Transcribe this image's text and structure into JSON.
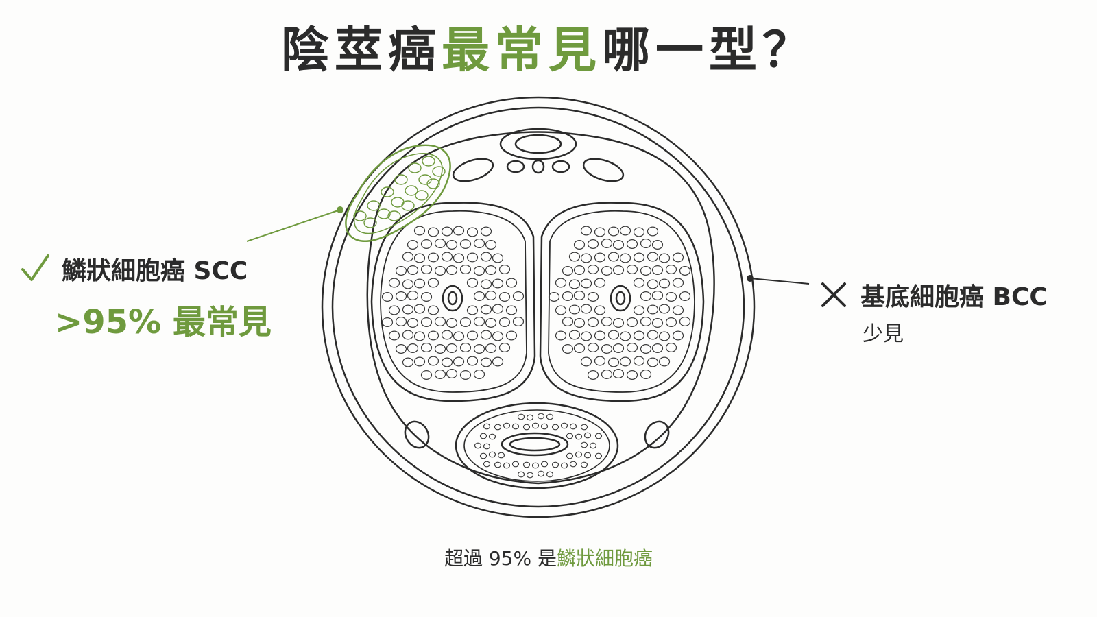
{
  "title": {
    "part1": "陰莖癌",
    "highlight": "最常見",
    "part2": "哪一型？"
  },
  "scc": {
    "name": "鱗狀細胞癌 SCC",
    "stat": ">95% 最常見"
  },
  "bcc": {
    "name": "基底細胞癌 BCC",
    "note": "少見"
  },
  "caption": {
    "prefix": "超過 95% 是",
    "highlight": "鱗狀細胞癌"
  },
  "icons": {
    "positive": "check-icon",
    "negative": "cross-icon"
  },
  "colors": {
    "accent": "#6f9a3e",
    "ink": "#2b2b2b",
    "background": "#fdfdfc"
  }
}
